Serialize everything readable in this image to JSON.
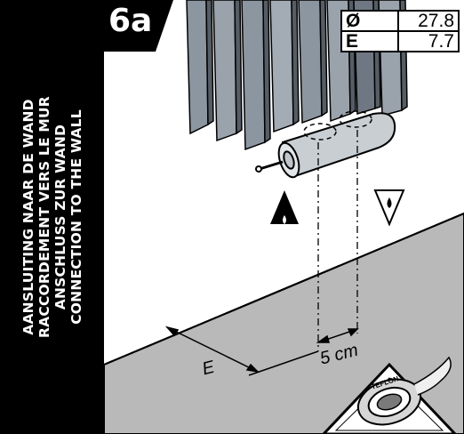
{
  "step": "6a",
  "side_title_lines": [
    "AANSLUITING NAAR DE WAND",
    "RACCORDEMENT VERS LE MUR",
    "ANSCHLUSS ZUR WAND",
    "CONNECTION TO THE WALL"
  ],
  "specs": [
    {
      "key": "Ø",
      "value": "27.8"
    },
    {
      "key": "E",
      "value": "7.7"
    }
  ],
  "dimensions": {
    "spacing": "5 cm",
    "offset": "E"
  },
  "tape_label": "TEFLON",
  "icons": [
    "radiator",
    "flow-inlet-arrow",
    "flow-outlet-arrow",
    "teflon-tape-warning"
  ]
}
